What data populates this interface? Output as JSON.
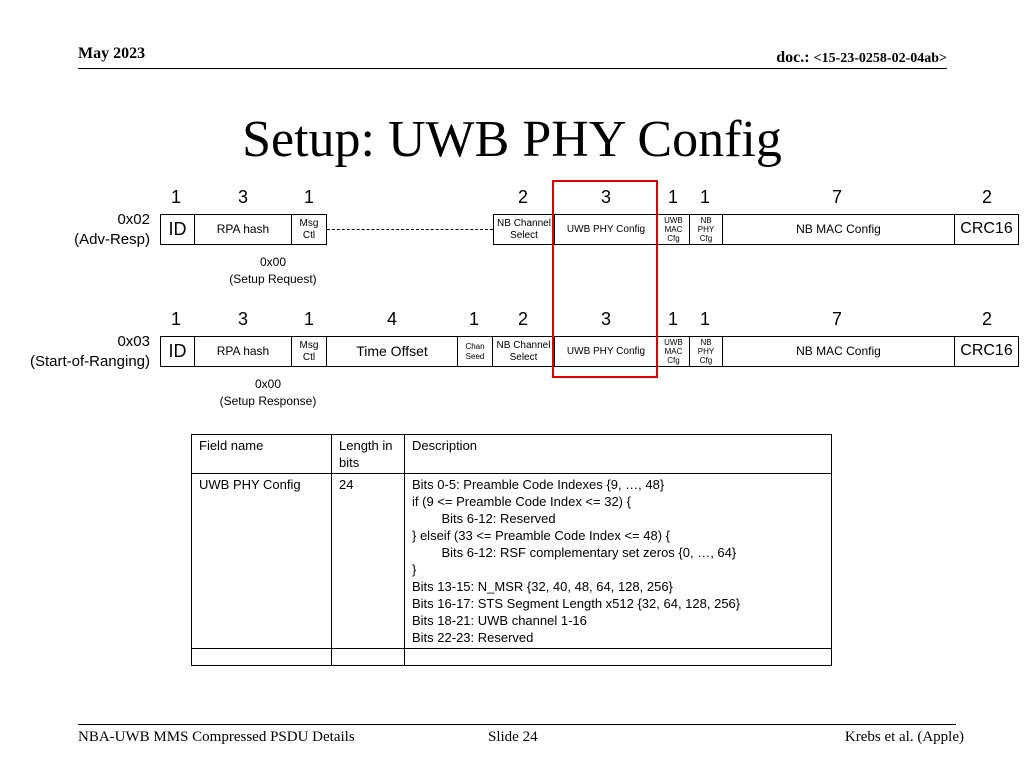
{
  "header": {
    "date": "May 2023",
    "doc_prefix": "doc.: ",
    "doc_id": "<15-23-0258-02-04ab>"
  },
  "title": "Setup: UWB PHY Config",
  "row1": {
    "label_line1": "0x02",
    "label_line2": "(Adv-Resp)",
    "lengths": [
      "1",
      "3",
      "1",
      "2",
      "3",
      "1",
      "1",
      "7",
      "2"
    ],
    "fields": {
      "id": "ID",
      "rpa": "RPA hash",
      "msg_a": "Msg",
      "msg_b": "Ctl",
      "nb_chan_a": "NB Channel",
      "nb_chan_b": "Select",
      "uwb_phy": "UWB PHY Config",
      "uwb_mac_a": "UWB",
      "uwb_mac_b": "MAC",
      "uwb_mac_c": "Cfg",
      "nb_phy_a": "NB",
      "nb_phy_b": "PHY",
      "nb_phy_c": "Cfg",
      "nb_mac": "NB MAC Config",
      "crc": "CRC16"
    },
    "note_a": "0x00",
    "note_b": "(Setup Request)"
  },
  "row2": {
    "label_line1": "0x03",
    "label_line2": "(Start-of-Ranging)",
    "lengths": [
      "1",
      "3",
      "1",
      "4",
      "1",
      "2",
      "3",
      "1",
      "1",
      "7",
      "2"
    ],
    "fields": {
      "id": "ID",
      "rpa": "RPA hash",
      "msg_a": "Msg",
      "msg_b": "Ctl",
      "time_offset": "Time Offset",
      "chan_a": "Chan",
      "chan_b": "Seed",
      "nb_chan_a": "NB Channel",
      "nb_chan_b": "Select",
      "uwb_phy": "UWB PHY Config",
      "uwb_mac_a": "UWB",
      "uwb_mac_b": "MAC",
      "uwb_mac_c": "Cfg",
      "nb_phy_a": "NB",
      "nb_phy_b": "PHY",
      "nb_phy_c": "Cfg",
      "nb_mac": "NB MAC Config",
      "crc": "CRC16"
    },
    "note_a": "0x00",
    "note_b": "(Setup Response)"
  },
  "table": {
    "headers": [
      "Field name",
      "Length in bits",
      "Description"
    ],
    "row": {
      "name": "UWB PHY Config",
      "length": "24",
      "description": [
        "Bits 0-5: Preamble Code Indexes {9, …, 48}",
        "if (9 <= Preamble Code Index <= 32) {",
        "    Bits 6-12: Reserved",
        "} elseif (33 <= Preamble Code Index <= 48) {",
        "    Bits 6-12: RSF complementary set zeros {0, …, 64}",
        "}",
        "Bits 13-15: N_MSR {32, 40, 48, 64, 128, 256}",
        "Bits 16-17: STS Segment Length x512 {32, 64, 128, 256}",
        "Bits 18-21: UWB channel 1-16",
        "Bits 22-23: Reserved"
      ]
    }
  },
  "footer": {
    "left": "NBA-UWB MMS Compressed PSDU Details",
    "center": "Slide 24",
    "right": "Krebs et al. (Apple)"
  },
  "colors": {
    "highlight": "#e00000"
  }
}
